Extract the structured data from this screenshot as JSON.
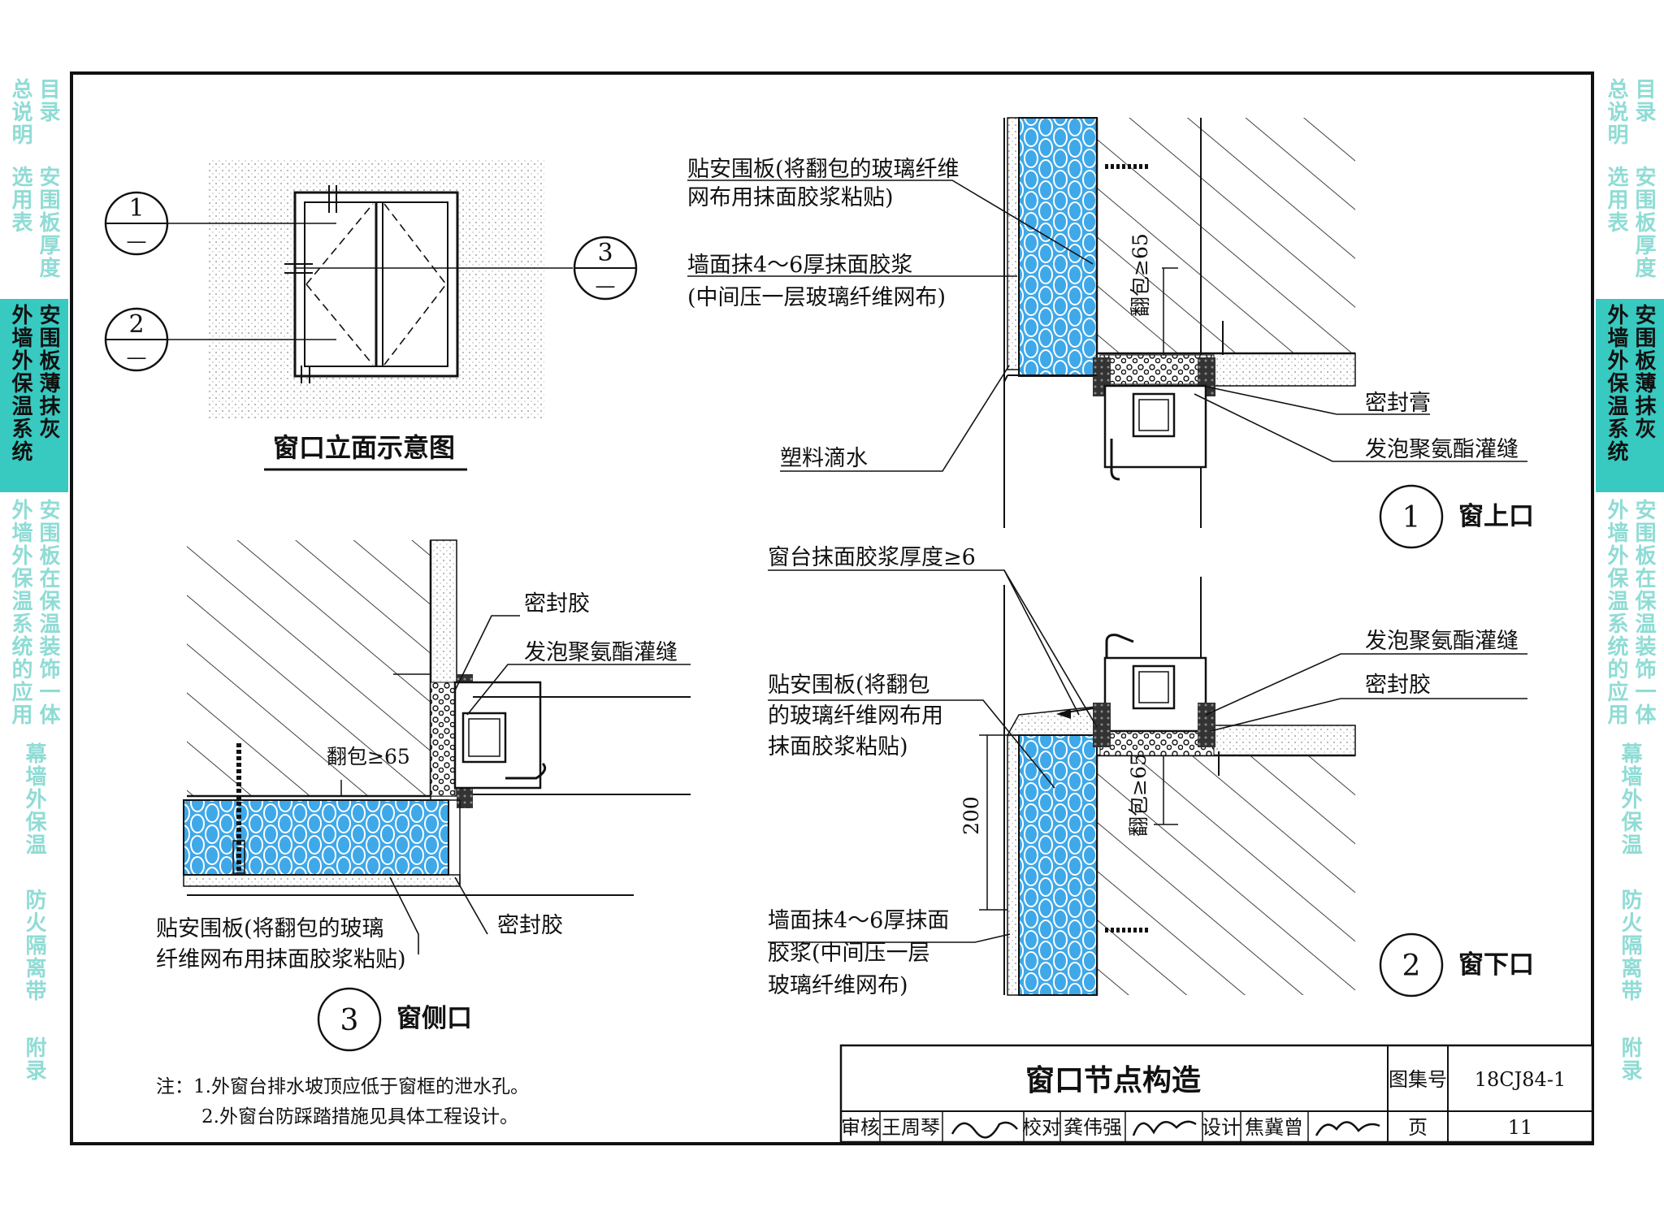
{
  "left_tabs": [
    {
      "lines": [
        "目录",
        "总说明"
      ],
      "active": false
    },
    {
      "lines": [
        "安围板厚度",
        "选用表"
      ],
      "active": false
    },
    {
      "lines": [
        "安围板薄抹灰",
        "外墙外保温系统"
      ],
      "active": true
    },
    {
      "lines": [
        "安围板在保温装饰一体",
        "外墙外保温系统的应用"
      ],
      "active": false
    },
    {
      "lines": [
        "幕墙外保温"
      ],
      "active": false
    },
    {
      "lines": [
        "防火隔离带"
      ],
      "active": false
    },
    {
      "lines": [
        "附录"
      ],
      "active": false
    }
  ],
  "right_tabs": [
    {
      "lines": [
        "目录",
        "总说明"
      ],
      "active": false
    },
    {
      "lines": [
        "安围板厚度",
        "选用表"
      ],
      "active": false
    },
    {
      "lines": [
        "安围板薄抹灰",
        "外墙外保温系统"
      ],
      "active": true
    },
    {
      "lines": [
        "安围板在保温装饰一体",
        "外墙外保温系统的应用"
      ],
      "active": false
    },
    {
      "lines": [
        "幕墙外保温"
      ],
      "active": false
    },
    {
      "lines": [
        "防火隔离带"
      ],
      "active": false
    },
    {
      "lines": [
        "附录"
      ],
      "active": false
    }
  ],
  "elevation": {
    "title": "窗口立面示意图",
    "callouts": [
      {
        "num": "1",
        "sub": "—"
      },
      {
        "num": "2",
        "sub": "—"
      },
      {
        "num": "3",
        "sub": "—"
      }
    ]
  },
  "detail1": {
    "num": "1",
    "title": "窗上口",
    "label_paste_1": "贴安围板(将翻包的玻璃纤维",
    "label_paste_2": "网布用抹面胶浆粘贴)",
    "label_wall_1": "墙面抹4～6厚抹面胶浆",
    "label_wall_2": "(中间压一层玻璃纤维网布)",
    "label_drip": "塑料滴水",
    "label_sealant": "密封膏",
    "label_foam": "发泡聚氨酯灌缝",
    "dim_wrap": "翻包≥65"
  },
  "detail2": {
    "num": "2",
    "title": "窗下口",
    "label_sill": "窗台抹面胶浆厚度≥6",
    "label_foam": "发泡聚氨酯灌缝",
    "label_sealant": "密封胶",
    "label_paste_1": "贴安围板(将翻包",
    "label_paste_2": "的玻璃纤维网布用",
    "label_paste_3": "抹面胶浆粘贴)",
    "label_wall_1": "墙面抹4～6厚抹面",
    "label_wall_2": "胶浆(中间压一层",
    "label_wall_3": "玻璃纤维网布)",
    "dim_200": "200",
    "dim_wrap": "翻包≥65"
  },
  "detail3": {
    "num": "3",
    "title": "窗侧口",
    "label_sealant_top": "密封胶",
    "label_foam": "发泡聚氨酯灌缝",
    "label_paste_1": "贴安围板(将翻包的玻璃",
    "label_paste_2": "纤维网布用抹面胶浆粘贴)",
    "label_sealant_bottom": "密封胶",
    "dim_wrap": "翻包≥65"
  },
  "notes": {
    "line1": "注：1.外窗台排水坡顶应低于窗框的泄水孔。",
    "line2": "2.外窗台防踩踏措施见具体工程设计。"
  },
  "title_block": {
    "title": "窗口节点构造",
    "atlas_label": "图集号",
    "atlas_no": "18CJ84-1",
    "review_label": "审核",
    "review_name": "王周琴",
    "check_label": "校对",
    "check_name": "龚伟强",
    "design_label": "设计",
    "design_name": "焦冀曾",
    "page_label": "页",
    "page_no": "11"
  },
  "colors": {
    "accent_teal": "#38c9c0",
    "tab_text_inactive": "#8fdcd5",
    "insulation_fill": "#3fa8e8",
    "line": "#111111"
  }
}
